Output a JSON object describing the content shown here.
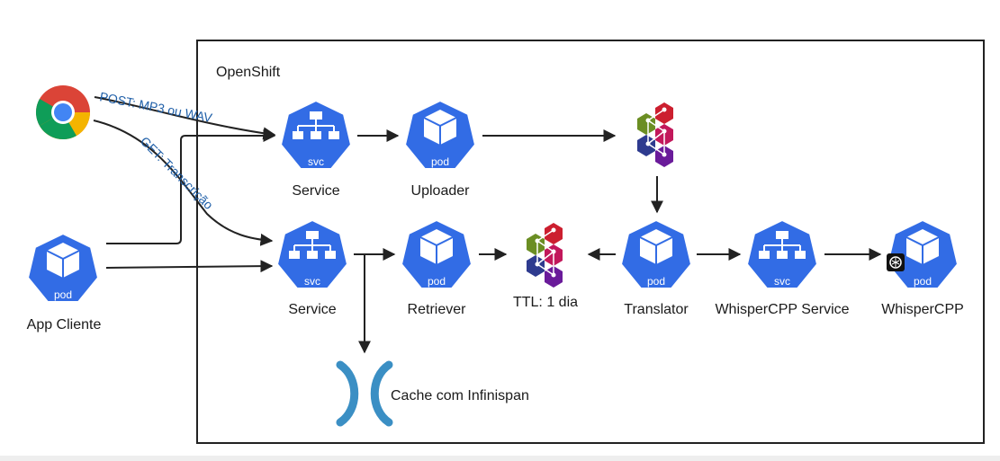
{
  "cluster": {
    "title": "OpenShift"
  },
  "nodes": {
    "browser": {
      "icon": "chrome-icon"
    },
    "app_cliente": {
      "label": "App Cliente",
      "badge": "pod",
      "icon": "pod-cube-icon"
    },
    "service_upload": {
      "label": "Service",
      "badge": "svc",
      "icon": "service-tree-icon"
    },
    "uploader": {
      "label": "Uploader",
      "badge": "pod",
      "icon": "pod-cube-icon"
    },
    "queue_top": {
      "icon": "amq-streams-icon"
    },
    "service_get": {
      "label": "Service",
      "badge": "svc",
      "icon": "service-tree-icon"
    },
    "retriever": {
      "label": "Retriever",
      "badge": "pod",
      "icon": "pod-cube-icon"
    },
    "queue_mid": {
      "label": "TTL: 1 dia",
      "icon": "amq-streams-icon"
    },
    "translator": {
      "label": "Translator",
      "badge": "pod",
      "icon": "pod-cube-icon"
    },
    "whisper_service": {
      "label": "WhisperCPP Service",
      "badge": "svc",
      "icon": "service-tree-icon"
    },
    "whisper": {
      "label": "WhisperCPP",
      "badge": "pod",
      "icon": "pod-cube-icon"
    },
    "cache": {
      "label": "Cache com Infinispan",
      "icon": "infinispan-icon"
    }
  },
  "edges": {
    "post": "POST: MP3 ou WAV",
    "get": "GET: Transcrição"
  },
  "colors": {
    "k8s_blue": "#326ce5",
    "edge_text": "#1f5fa8",
    "infinispan": "#3b8fc4"
  }
}
